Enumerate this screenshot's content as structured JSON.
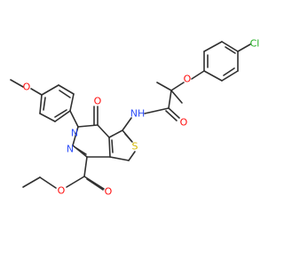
{
  "molecule": {
    "atom_labels": {
      "O_ether": "O",
      "Cl": "Cl",
      "NH": "NH",
      "O_amide": "O",
      "O_methoxy": "O",
      "N_ring": "N",
      "O_keto": "O",
      "S": "S",
      "N_ring2": "N",
      "O_ester1": "O",
      "O_ester2": "O"
    },
    "colors": {
      "bond": "#303030",
      "oxygen": "#ff0d0d",
      "nitrogen": "#3050f8",
      "sulfur": "#d4b800",
      "chlorine": "#1fae1f"
    }
  }
}
